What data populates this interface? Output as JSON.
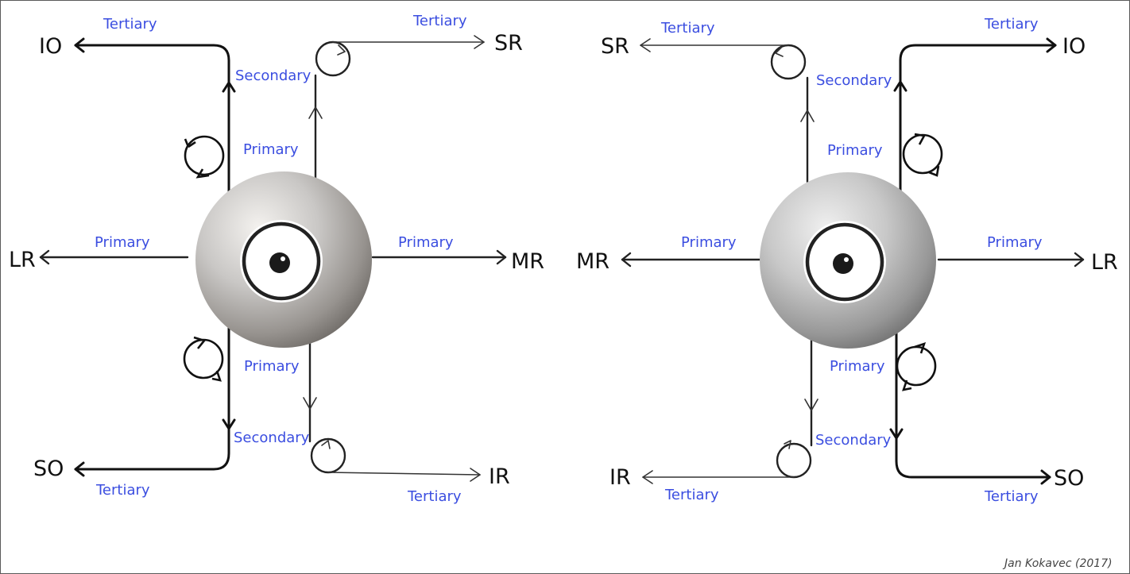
{
  "left_eye": {
    "muscles": {
      "io": "IO",
      "sr": "SR",
      "lr": "LR",
      "mr": "MR",
      "so": "SO",
      "ir": "IR"
    },
    "actions": {
      "io_tertiary": "Tertiary",
      "io_secondary": "Secondary",
      "io_primary": "Primary",
      "sr_tertiary": "Tertiary",
      "sr_primary": "Primary",
      "lr_primary": "Primary",
      "mr_primary": "Primary",
      "so_primary": "Primary",
      "so_secondary": "Secondary",
      "so_tertiary": "Tertiary",
      "ir_tertiary": "Tertiary"
    }
  },
  "right_eye": {
    "muscles": {
      "sr": "SR",
      "io": "IO",
      "mr": "MR",
      "lr": "LR",
      "ir": "IR",
      "so": "SO"
    },
    "actions": {
      "sr_tertiary": "Tertiary",
      "sr_secondary": "Secondary",
      "sr_primary": "Primary",
      "io_tertiary": "Tertiary",
      "mr_primary": "Primary",
      "lr_primary": "Primary",
      "ir_primary": "Primary",
      "ir_secondary": "Secondary",
      "ir_tertiary": "Tertiary",
      "so_tertiary": "Tertiary"
    }
  },
  "credit": "Jan Kokavec (2017)",
  "colors": {
    "action_text": "#3b4ee0",
    "lines": "#111111",
    "background": "#ffffff"
  }
}
